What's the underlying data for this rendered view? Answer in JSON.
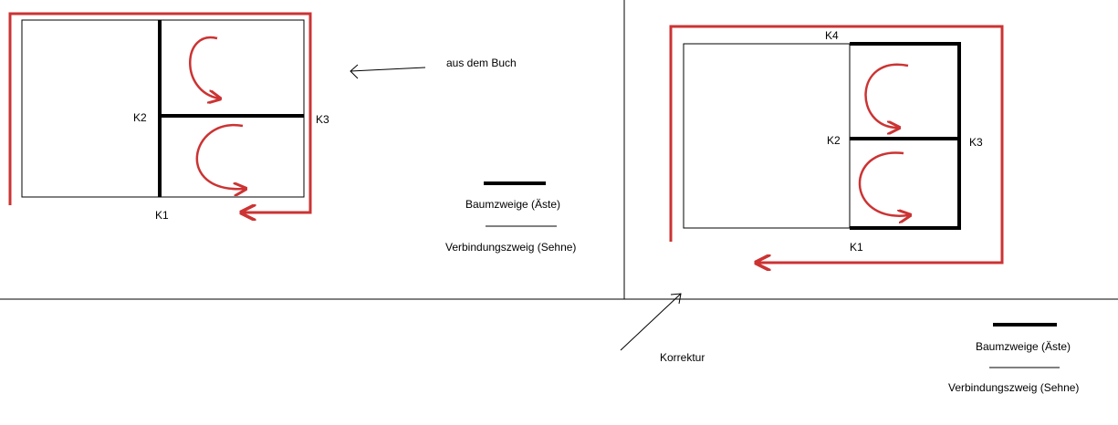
{
  "left_diagram": {
    "labels": {
      "k1": "K1",
      "k2": "K2",
      "k3": "K3"
    }
  },
  "right_diagram": {
    "labels": {
      "k1": "K1",
      "k2": "K2",
      "k3": "K3",
      "k4": "K4"
    }
  },
  "annotations": {
    "book_note": "aus dem Buch",
    "correction_note": "Korrektur"
  },
  "legends": [
    {
      "tree_branches": "Baumzweige (Äste)",
      "link_branch": "Verbindungszweig (Sehne)"
    },
    {
      "tree_branches": "Baumzweige (Äste)",
      "link_branch": "Verbindungszweig (Sehne)"
    }
  ],
  "colors": {
    "loop": "#cc3333",
    "branch": "#000000",
    "background": "#ffffff"
  }
}
